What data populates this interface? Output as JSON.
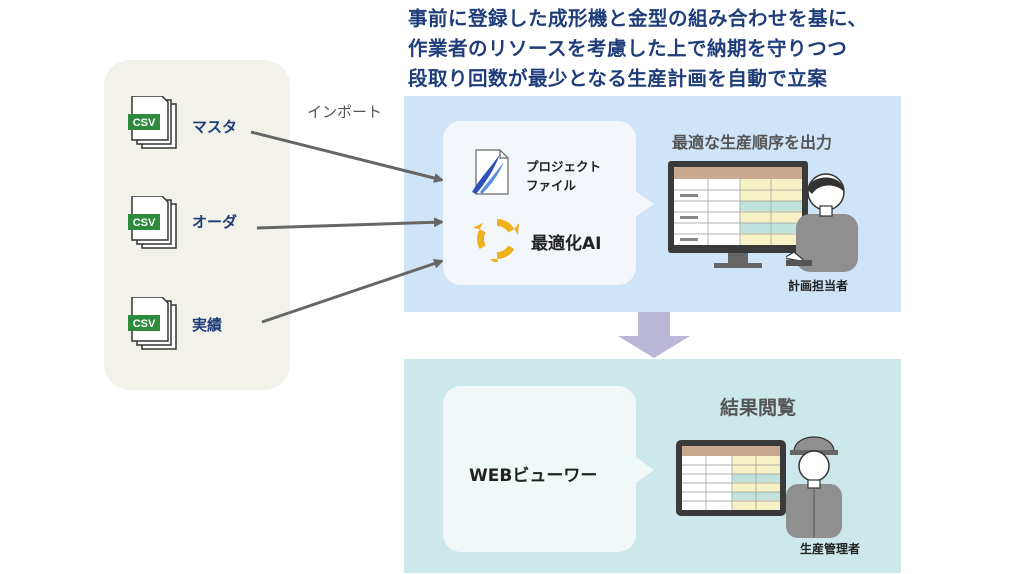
{
  "headline": {
    "line1": "事前に登録した成形機と金型の組み合わせを基に、",
    "line2": "作業者のリソースを考慮した上で納期を守りつつ",
    "line3": "段取り回数が最少となる生産計画を自動で立案"
  },
  "inputs": [
    {
      "badge": "CSV",
      "label": "マスタ"
    },
    {
      "badge": "CSV",
      "label": "オーダ"
    },
    {
      "badge": "CSV",
      "label": "実績"
    }
  ],
  "import_label": "インポート",
  "system": {
    "project_file": {
      "line1": "プロジェクト",
      "line2": "ファイル"
    },
    "optimizer": "最適化AI",
    "output_title": "最適な生産順序を出力",
    "planner": "計画担当者"
  },
  "result": {
    "title": "結果閲覧",
    "viewer": "WEBビューワー",
    "manager": "生産管理者"
  },
  "colors": {
    "headline": "#1f3d7a",
    "blue_panel": "#cfe4f7",
    "teal_panel": "#cde8ea",
    "left_panel": "#f2f1ea",
    "csv_green": "#2e8b3d",
    "ai_ring": "#f0b21c",
    "flow_arrow": "#b9b6d6"
  }
}
